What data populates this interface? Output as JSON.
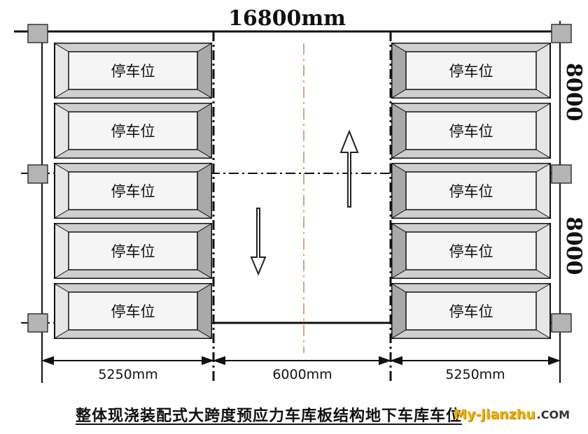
{
  "diagram": {
    "total_width_label": "16800mm",
    "stall_label": "停车位",
    "left_span_label": "5250mm",
    "middle_span_label": "6000mm",
    "right_span_label": "5250mm",
    "right_side_label_top": "8000",
    "right_side_label_bottom": "8000"
  },
  "caption": "整体现浇装配式大跨度预应力车库板结构地下车库车位",
  "watermark": {
    "main": "My-jianzhu",
    "tld": ".COM"
  },
  "colors": {
    "line": "#111111",
    "stall_bevel": "#b8b8b8",
    "stall_face": "#f4f4f4",
    "aisle_centerline": "#d6a878",
    "watermark": "#f0b000"
  }
}
